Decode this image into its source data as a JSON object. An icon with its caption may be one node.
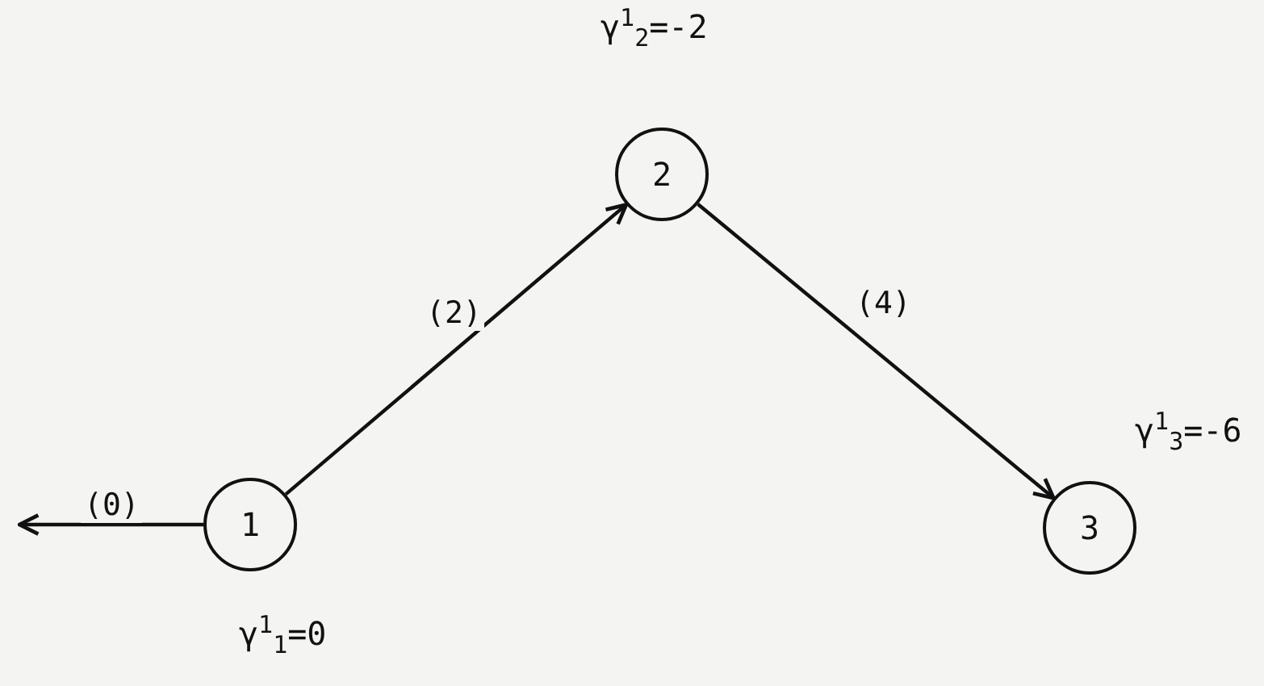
{
  "diagram": {
    "nodes": [
      {
        "text": [
          "1"
        ],
        "beside": [
          "γ$^{1}$$_{1}$=0"
        ]
      },
      {
        "text": [
          "2"
        ],
        "beside": [
          "γ$^{1}$$_{2}$=-2"
        ]
      },
      {
        "text": [
          "3"
        ],
        "beside": [
          "γ$^{1}$$_{3}$=-6"
        ]
      }
    ],
    "edges": [
      {
        "from": 0,
        "to": 1,
        "arrow": "to",
        "label": "(2)"
      },
      {
        "from": 1,
        "to": 2,
        "arrow": "to",
        "label": "(4)"
      },
      {
        "from": 0,
        "to": null,
        "arrow": "to",
        "label": "(0)"
      }
    ]
  }
}
